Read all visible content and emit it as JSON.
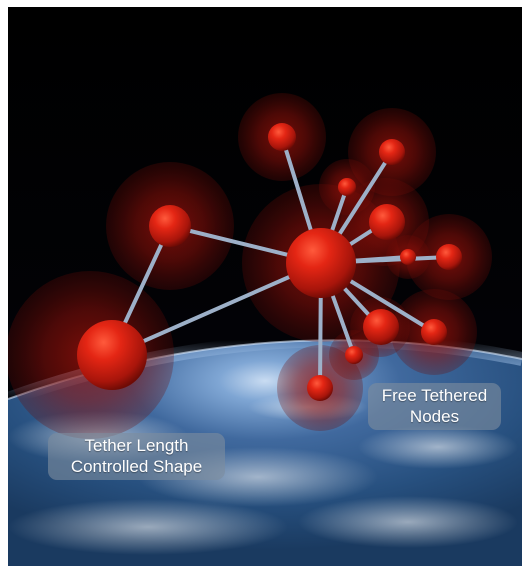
{
  "captions": {
    "left": {
      "line1": "Tether Length",
      "line2": "Controlled Shape"
    },
    "right": {
      "line1": "Free Tethered",
      "line2": "Nodes"
    }
  },
  "colors": {
    "space": "#000000",
    "node": "#c81c0f",
    "halo": "#7a0d08",
    "tether": "#9db0c8",
    "ocean": "#2f5d95",
    "atmosphere": "#8fb6e6"
  }
}
